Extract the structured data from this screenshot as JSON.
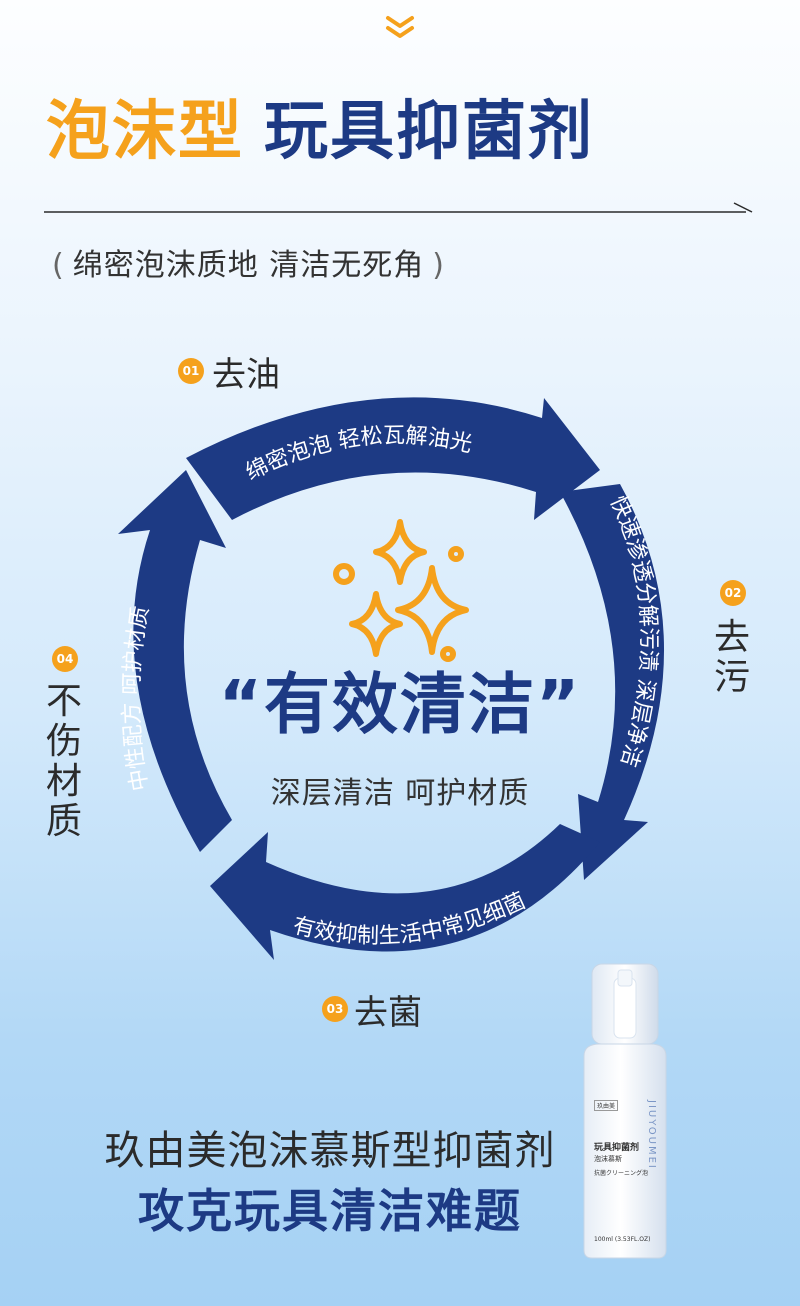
{
  "header": {
    "title_highlight": "泡沫型",
    "title_main": "玩具抑菌剂",
    "subtitle_open": "(",
    "subtitle": "绵密泡沫质地 清洁无死角",
    "subtitle_close": ")"
  },
  "cycle": {
    "arc_texts": [
      "绵密泡泡 轻松瓦解油光",
      "快速渗透分解污渍 深层净洁",
      "有效抑制生活中常见细菌",
      "中性配方 呵护材质"
    ],
    "steps": [
      {
        "num": "01",
        "label": "去油"
      },
      {
        "num": "02",
        "label": "去污"
      },
      {
        "num": "03",
        "label": "去菌"
      },
      {
        "num": "04",
        "label": "不伤材质"
      }
    ],
    "center_title": "“有效清洁”",
    "center_sub": "深层清洁 呵护材质"
  },
  "footer": {
    "line1": "玖由美泡沫慕斯型抑菌剂",
    "line2": "攻克玩具清洁难题"
  },
  "product": {
    "brand": "玖由美",
    "name": "玩具抑菌剂",
    "subname": "泡沫慕斯",
    "jp": "抗菌クリーニング泡",
    "volume": "100ml (3.53FL.OZ)",
    "vertical": "JIUYOUMEI"
  },
  "colors": {
    "accent_orange": "#f5a11c",
    "brand_navy": "#1d3a84"
  }
}
